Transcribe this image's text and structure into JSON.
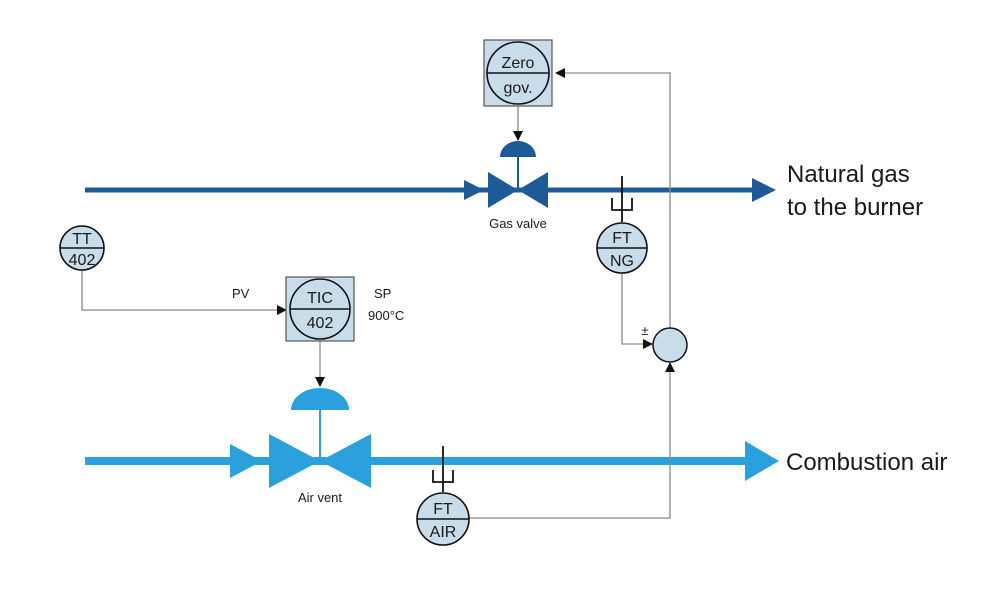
{
  "colors": {
    "gas_line": "#1f5a98",
    "air_line": "#2aa0dc",
    "instrument_fill": "#c9dcea",
    "signal_line": "#8a8a8a"
  },
  "gas_line": {
    "label_line1": "Natural gas",
    "label_line2": "to the burner"
  },
  "air_line": {
    "label": "Combustion air"
  },
  "valves": {
    "gas_valve_label": "Gas valve",
    "air_vent_label": "Air vent"
  },
  "instruments": {
    "zero_gov": {
      "top": "Zero",
      "bottom": "gov."
    },
    "tt_402": {
      "top": "TT",
      "bottom": "402"
    },
    "tic_402": {
      "top": "TIC",
      "bottom": "402"
    },
    "ft_ng": {
      "top": "FT",
      "bottom": "NG"
    },
    "ft_air": {
      "top": "FT",
      "bottom": "AIR"
    }
  },
  "signals": {
    "pv_label": "PV",
    "sp_label": "SP",
    "sp_value": "900°C",
    "summer_sign": "±"
  }
}
